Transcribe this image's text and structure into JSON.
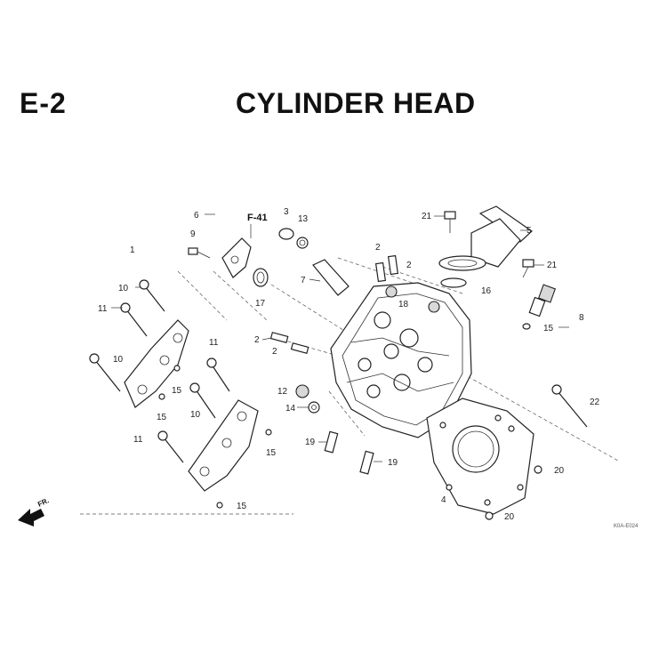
{
  "header": {
    "code": "E-2",
    "title": "CYLINDER HEAD"
  },
  "direction_marker": "FR.",
  "drawing_code": "K0A-E024",
  "ref_label": "F-41",
  "callouts": {
    "c1": "1",
    "c2a": "2",
    "c2b": "2",
    "c2c": "2",
    "c2d": "2",
    "c3": "3",
    "c4": "4",
    "c5": "5",
    "c6": "6",
    "c7": "7",
    "c8": "8",
    "c9": "9",
    "c10a": "10",
    "c10b": "10",
    "c10c": "10",
    "c11a": "11",
    "c11b": "11",
    "c11c": "11",
    "c12": "12",
    "c13": "13",
    "c14": "14",
    "c15a": "15",
    "c15b": "15",
    "c15c": "15",
    "c15d": "15",
    "c15e": "15",
    "c16": "16",
    "c17": "17",
    "c18": "18",
    "c19a": "19",
    "c19b": "19",
    "c20a": "20",
    "c20b": "20",
    "c21a": "21",
    "c21b": "21",
    "c22": "22"
  }
}
